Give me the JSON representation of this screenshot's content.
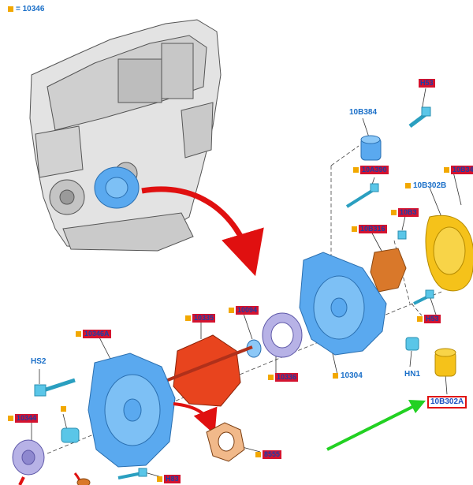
{
  "legend": {
    "equals_text": "= 10346"
  },
  "labels": {
    "hs2": "HS2",
    "hn1": "HN1",
    "part_10304": "10304",
    "part_10b384": "10B384",
    "part_10b302b": "10B302B"
  },
  "tags": {
    "top_right_bolt": "H53",
    "upper_bolt": "10A390",
    "top_right_cover": "10B34",
    "rectifier_left": "10B316",
    "rectifier_right": "10B3",
    "lower_bolt": "H53",
    "front_housing": "10346A",
    "rotor": "10335",
    "bearing": "10094",
    "stator": "10336",
    "pulley": "10344",
    "gasket": "8555",
    "bottom_bolt": "H83",
    "highlighted_part": "10B302A"
  },
  "colors": {
    "label_blue": "#1a6fc8",
    "tag_red": "#d4132f",
    "marker_orange": "#f2a800",
    "part_blue": "#5aa9ef",
    "part_orange": "#e8441e",
    "part_yellow": "#f5c21a",
    "part_lavender": "#b7b2e6",
    "arrow_red": "#e01010",
    "arrow_green": "#22d122"
  }
}
